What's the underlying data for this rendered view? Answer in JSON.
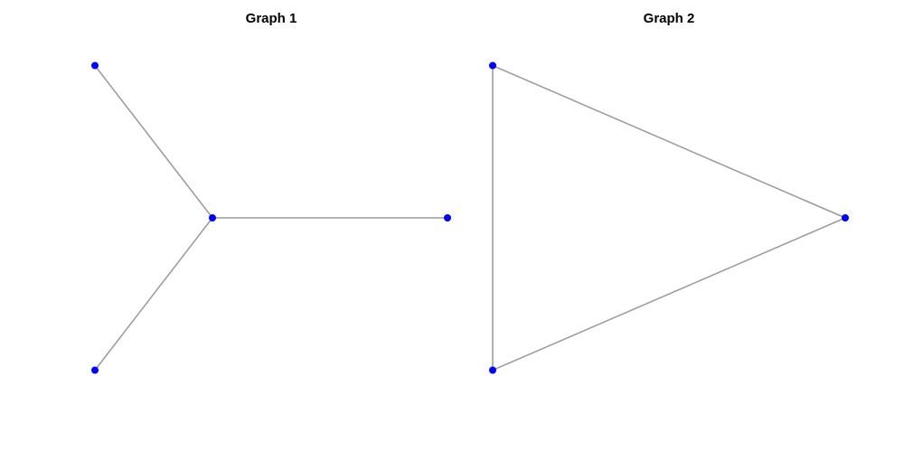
{
  "colors": {
    "edge": "#999999",
    "node": "#0000ff",
    "title": "#000000"
  },
  "graphs": [
    {
      "title": "Graph 1",
      "nodes": [
        {
          "id": "a",
          "x": -0.5,
          "y": 0.866
        },
        {
          "id": "b",
          "x": 0.0,
          "y": 0.0
        },
        {
          "id": "c",
          "x": 1.0,
          "y": 0.0
        },
        {
          "id": "d",
          "x": -0.5,
          "y": -0.866
        }
      ],
      "edges": [
        [
          "a",
          "b"
        ],
        [
          "b",
          "c"
        ],
        [
          "b",
          "d"
        ]
      ]
    },
    {
      "title": "Graph 2",
      "nodes": [
        {
          "id": "a",
          "x": -0.5,
          "y": 0.866
        },
        {
          "id": "b",
          "x": 1.0,
          "y": 0.0
        },
        {
          "id": "c",
          "x": -0.5,
          "y": -0.866
        }
      ],
      "edges": [
        [
          "a",
          "b"
        ],
        [
          "b",
          "c"
        ],
        [
          "c",
          "a"
        ]
      ]
    }
  ]
}
